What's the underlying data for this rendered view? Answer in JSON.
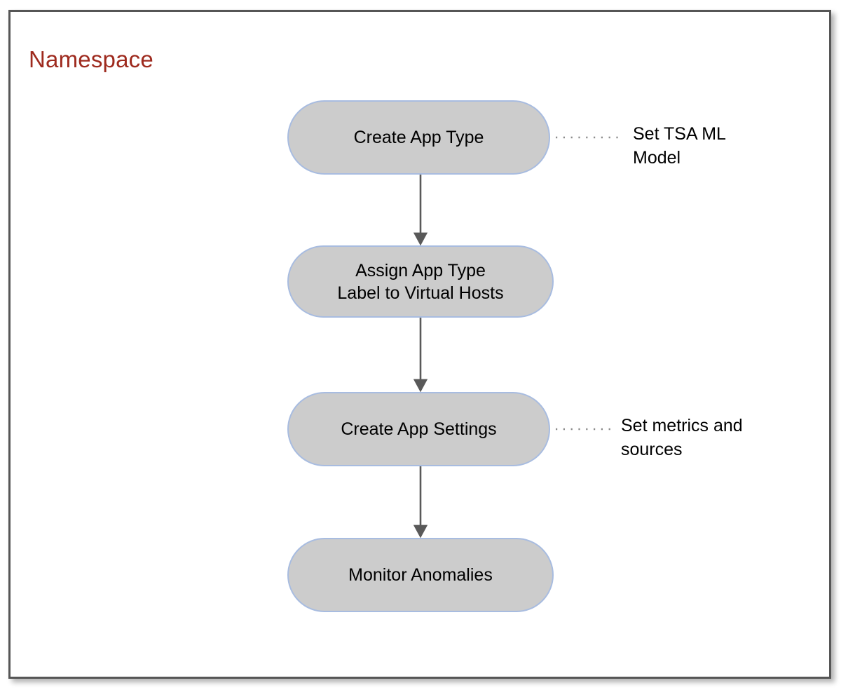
{
  "diagram": {
    "type": "flowchart",
    "orientation": "vertical",
    "container": {
      "label": "Namespace",
      "title_color": "#9E2A1E",
      "border_color": "#565656",
      "background": "#FFFFFF"
    },
    "node_style": {
      "fill": "#CCCCCC",
      "border": "#A8BCE0",
      "text_color": "#000000",
      "shape": "pill"
    },
    "connector_style": {
      "arrow_color": "#595959",
      "dotted_color": "#8C8C8C"
    },
    "nodes": [
      {
        "id": "create-app-type",
        "label": "Create App Type"
      },
      {
        "id": "assign-app-type-label",
        "label": "Assign App Type\nLabel to Virtual Hosts"
      },
      {
        "id": "create-app-settings",
        "label": "Create App Settings"
      },
      {
        "id": "monitor-anomalies",
        "label": "Monitor Anomalies"
      }
    ],
    "edges": [
      {
        "from": "create-app-type",
        "to": "assign-app-type-label",
        "style": "arrow"
      },
      {
        "from": "assign-app-type-label",
        "to": "create-app-settings",
        "style": "arrow"
      },
      {
        "from": "create-app-settings",
        "to": "monitor-anomalies",
        "style": "arrow"
      }
    ],
    "annotations": [
      {
        "id": "annotation-app-type",
        "attached_to": "create-app-type",
        "text": "Set TSA ML\nModel",
        "connector": "dotted"
      },
      {
        "id": "annotation-app-settings",
        "attached_to": "create-app-settings",
        "text": "Set metrics and\nsources",
        "connector": "dotted"
      }
    ]
  }
}
